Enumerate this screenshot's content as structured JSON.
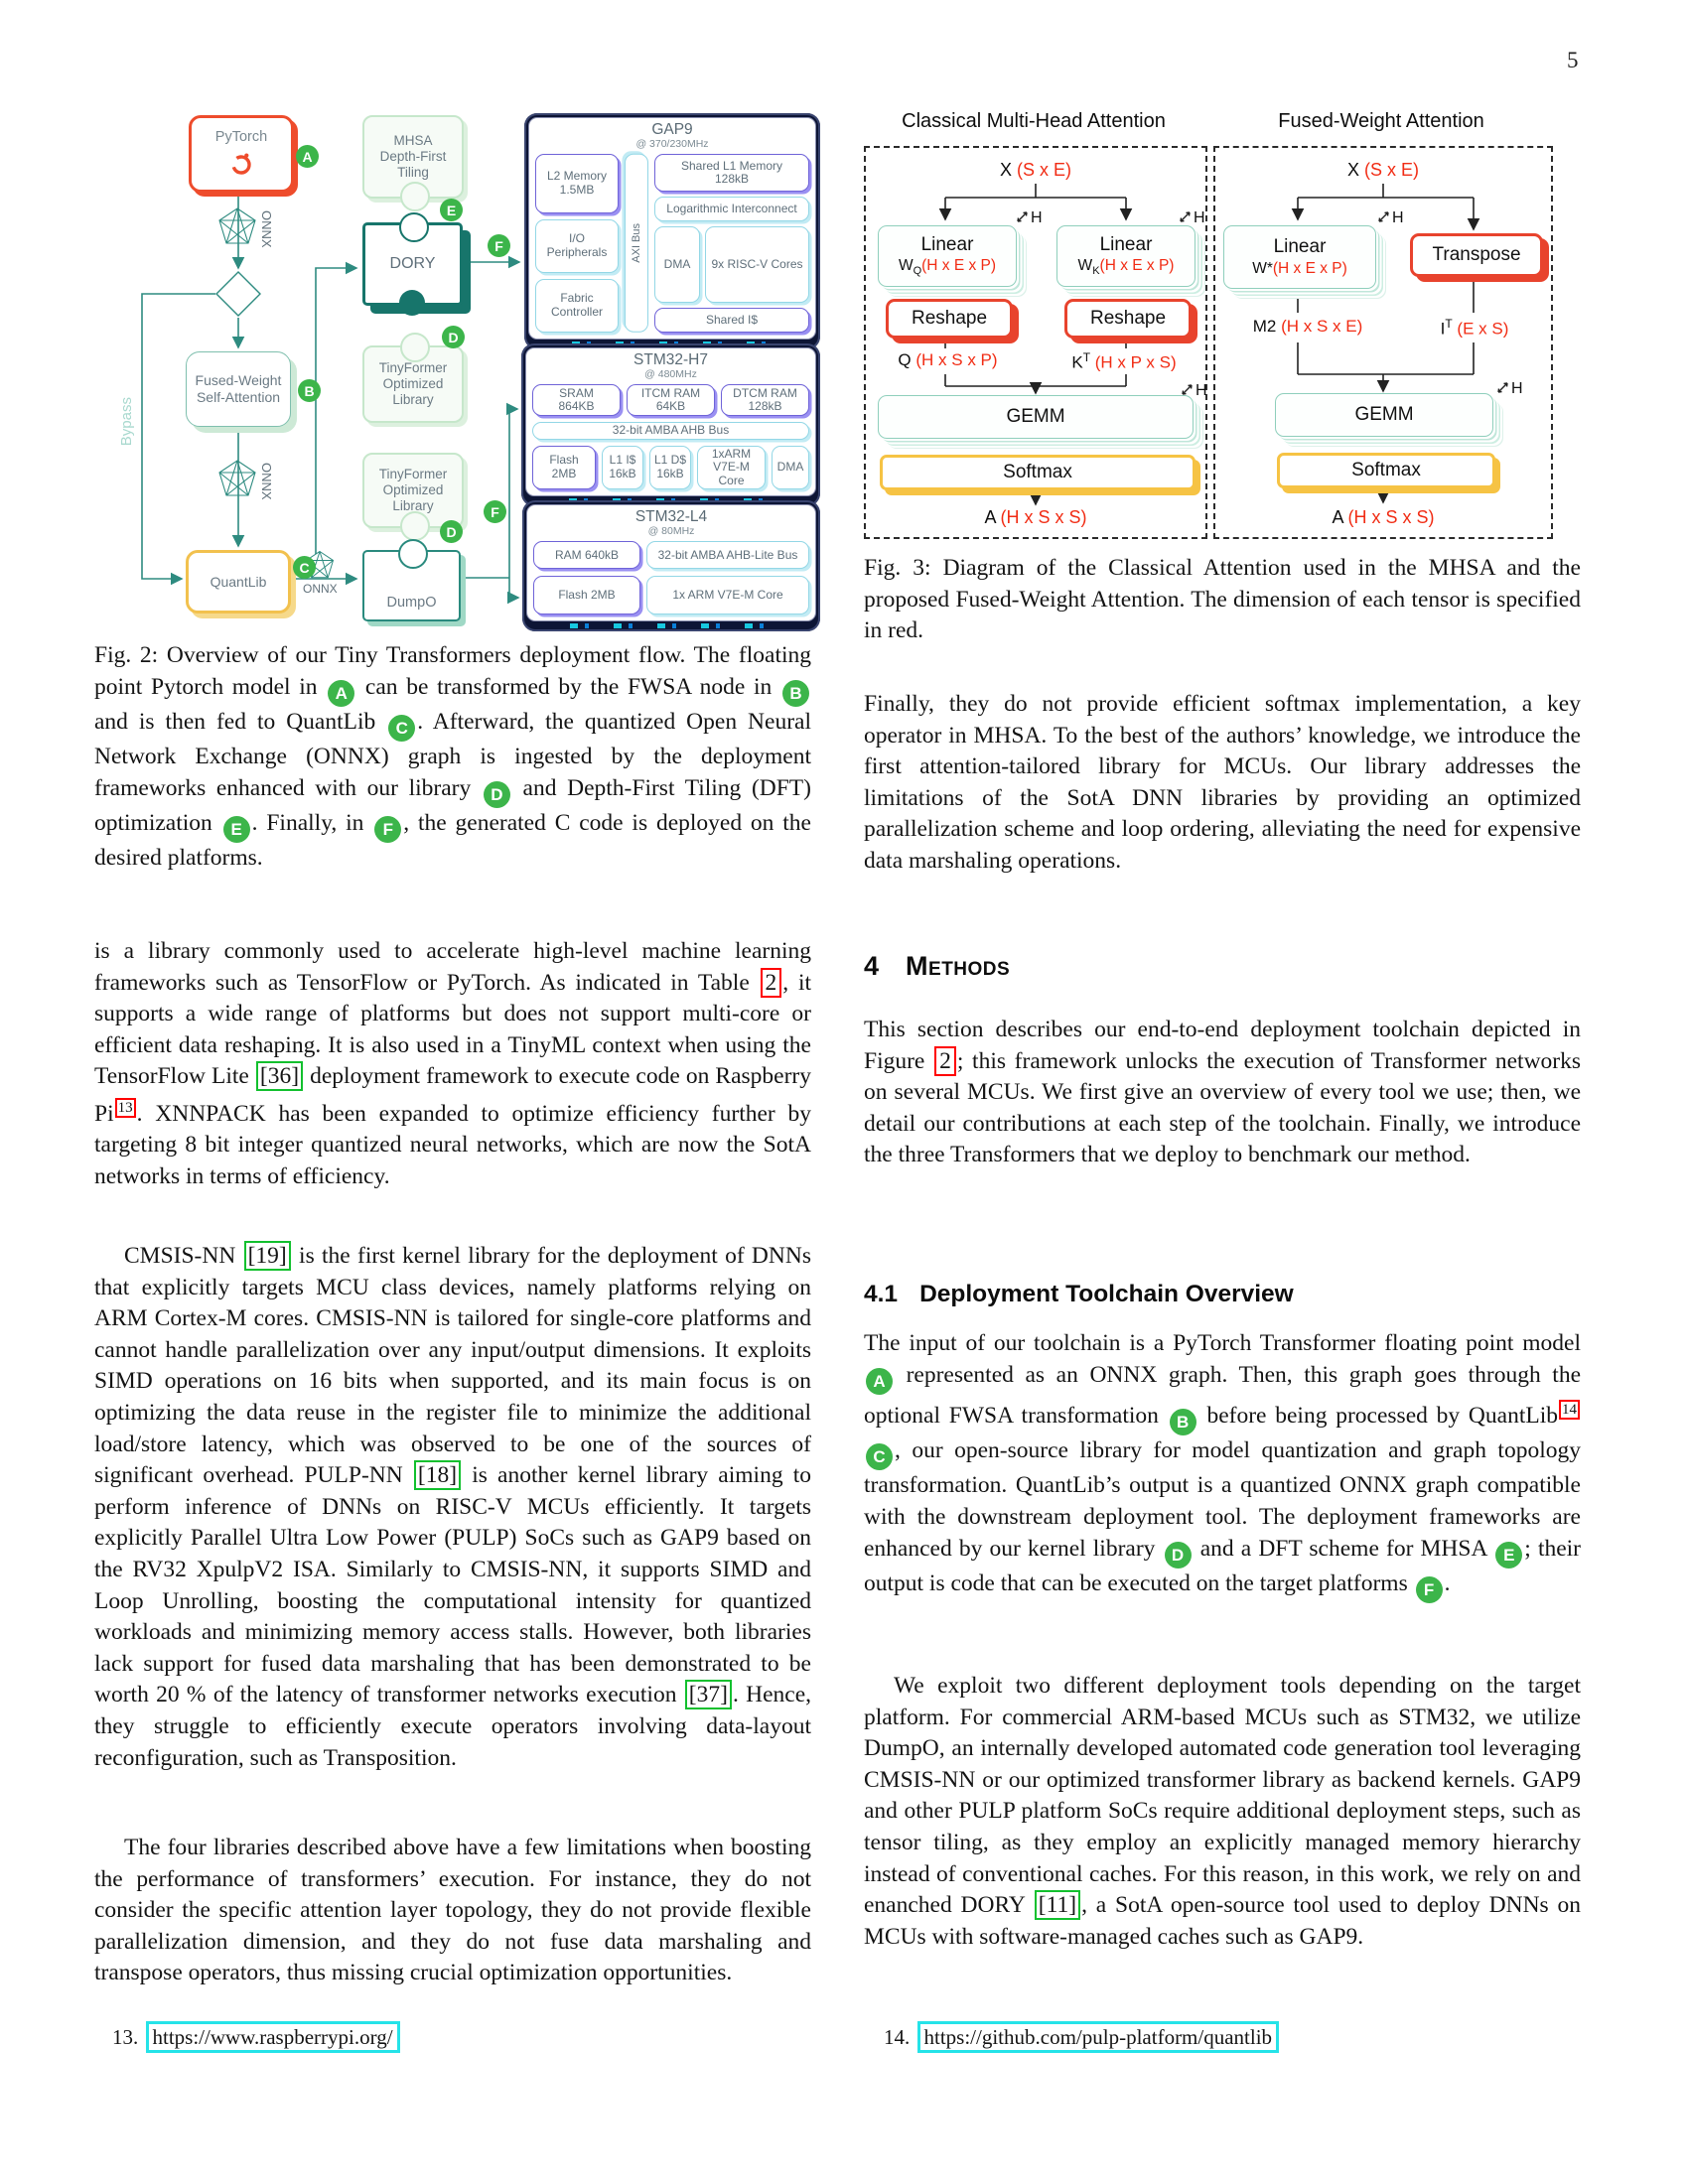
{
  "page": {
    "number": "5"
  },
  "colors": {
    "badge_green": "#3cb54a",
    "accent_red": "#e8432d",
    "accent_yellow": "#f6c344",
    "flow_teal": "#2e8b80",
    "citation_green": "#12c02e",
    "ref_red": "#ff0000",
    "link_cyan": "#25e3e8",
    "dim_text_red": "#f12c14"
  },
  "fig2": {
    "flow": {
      "pytorch": "PyTorch",
      "onnx": "ONNX",
      "fwsa": "Fused-Weight\nSelf-Attention",
      "quantlib": "QuantLib",
      "bypass": "Bypass",
      "mhsa": "MHSA\nDepth-First\nTiling",
      "dory": "DORY",
      "tinyformer": "TinyFormer\nOptimized\nLibrary",
      "dumpo": "DumpO",
      "badges": {
        "a": "A",
        "b": "B",
        "c": "C",
        "d": "D",
        "e": "E",
        "f": "F"
      }
    },
    "gap9": {
      "title": "GAP9",
      "freq": "@ 370/230MHz",
      "l2": "L2 Memory\n1.5MB",
      "io": "I/O\nPeripherals",
      "fabric": "Fabric\nController",
      "bus": "AXI Bus",
      "l1": "Shared L1 Memory\n128kB",
      "log": "Logarithmic Interconnect",
      "dma": "DMA",
      "cores": "9x RISC-V Cores",
      "icache": "Shared I$"
    },
    "h7": {
      "title": "STM32-H7",
      "freq": "@ 480MHz",
      "sram": "SRAM\n864KB",
      "itcm": "ITCM RAM\n64KB",
      "dtcm": "DTCM RAM\n128kB",
      "bus": "32-bit AMBA AHB Bus",
      "flash": "Flash\n2MB",
      "l1i": "L1 I$\n16kB",
      "l1d": "L1 D$\n16kB",
      "core": "1xARM\nV7E-M Core",
      "dma": "DMA"
    },
    "l4": {
      "title": "STM32-L4",
      "freq": "@ 80MHz",
      "ram": "RAM 640kB",
      "bus": "32-bit AMBA AHB-Lite Bus",
      "flash": "Flash 2MB",
      "core": "1x ARM V7E-M Core"
    },
    "caption": [
      {
        "k": "t",
        "v": "Fig. 2: Overview of our Tiny Transformers deployment flow. The floating point Pytorch model in "
      },
      {
        "k": "badge",
        "v": "A"
      },
      {
        "k": "t",
        "v": " can be transformed by the FWSA node in "
      },
      {
        "k": "badge",
        "v": "B"
      },
      {
        "k": "t",
        "v": " and is then fed to QuantLib "
      },
      {
        "k": "badge",
        "v": "C"
      },
      {
        "k": "t",
        "v": ". Afterward, the quantized Open Neural Network Exchange (ONNX) graph is ingested by the deployment frameworks enhanced with our library "
      },
      {
        "k": "badge",
        "v": "D"
      },
      {
        "k": "t",
        "v": " and Depth-First Tiling (DFT) optimization "
      },
      {
        "k": "badge",
        "v": "E"
      },
      {
        "k": "t",
        "v": ". Finally, in "
      },
      {
        "k": "badge",
        "v": "F"
      },
      {
        "k": "t",
        "v": ", the generated C code is deployed on the desired platforms."
      }
    ]
  },
  "fig3": {
    "title_left": "Classical Multi-Head Attention",
    "title_right": "Fused-Weight Attention",
    "left": {
      "x_label": "X",
      "x_dim": "(S x E)",
      "linear": "Linear",
      "wq": "W",
      "wq_sub": "Q",
      "wq_dim": "(H x E x P)",
      "wk": "W",
      "wk_sub": "K",
      "wk_dim": "(H x E x P)",
      "reshape": "Reshape",
      "q_label": "Q",
      "q_dim": "(H x S x P)",
      "k_label": "K",
      "k_sup": "T",
      "k_dim": "(H x P x S)",
      "gemm": "GEMM",
      "softmax": "Softmax",
      "a_label": "A",
      "a_dim": "(H x S x S)",
      "h": "H"
    },
    "right": {
      "x_label": "X",
      "x_dim": "(S x E)",
      "linear": "Linear",
      "w": "W*",
      "w_dim": "(H x E x P)",
      "transpose": "Transpose",
      "m2_label": "M2",
      "m2_dim": "(H x S x E)",
      "i_label": "I",
      "i_sup": "T",
      "i_dim": "(E x S)",
      "gemm": "GEMM",
      "softmax": "Softmax",
      "a_label": "A",
      "a_dim": "(H x S x S)",
      "h": "H"
    },
    "caption": "Fig. 3: Diagram of the Classical Attention used in the MHSA and the proposed Fused-Weight Attention. The dimension of each tensor is specified in red."
  },
  "left_col": {
    "p1": [
      {
        "k": "t",
        "v": "is a library commonly used to accelerate high-level machine learning frameworks such as TensorFlow or PyTorch. As indicated in Table "
      },
      {
        "k": "red",
        "v": "2"
      },
      {
        "k": "t",
        "v": ", it supports a wide range of platforms but does not support multi-core or efficient data reshaping. It is also used in a TinyML context when using the TensorFlow Lite "
      },
      {
        "k": "green",
        "v": "[36]"
      },
      {
        "k": "t",
        "v": " deployment framework to execute code on Raspberry Pi"
      },
      {
        "k": "redsup",
        "v": "13"
      },
      {
        "k": "t",
        "v": ". XNNPACK has been expanded to optimize efficiency further by targeting 8 bit integer quantized neural networks, which are now the SotA networks in terms of efficiency."
      }
    ],
    "p2": [
      {
        "k": "t",
        "v": "CMSIS-NN "
      },
      {
        "k": "green",
        "v": "[19]"
      },
      {
        "k": "t",
        "v": " is the first kernel library for the deployment of DNNs that explicitly targets MCU class devices, namely platforms relying on ARM Cortex-M cores. CMSIS-NN is tailored for single-core platforms and cannot handle parallelization over any input/output dimensions. It exploits SIMD operations on 16 bits when supported, and its main focus is on optimizing the data reuse in the register file to minimize the additional load/store latency, which was observed to be one of the sources of significant overhead. PULP-NN "
      },
      {
        "k": "green",
        "v": "[18]"
      },
      {
        "k": "t",
        "v": " is another kernel library aiming to perform inference of DNNs on RISC-V MCUs efficiently. It targets explicitly Parallel Ultra Low Power (PULP) SoCs such as GAP9 based on the RV32 XpulpV2 ISA. Similarly to CMSIS-NN, it supports SIMD and Loop Unrolling, boosting the computational intensity for quantized workloads and minimizing memory access stalls. However, both libraries lack support for fused data marshaling that has been demonstrated to be worth 20 % of the latency of transformer networks execution "
      },
      {
        "k": "green",
        "v": "[37]"
      },
      {
        "k": "t",
        "v": ". Hence, they struggle to efficiently execute operators involving data-layout reconfiguration, such as Transposition."
      }
    ],
    "p3": [
      {
        "k": "t",
        "v": "The four libraries described above have a few limitations when boosting the performance of transformers’ execution. For instance, they do not consider the specific attention layer topology, they do not provide flexible parallelization dimension, and they do not fuse data marshaling and transpose operators, thus missing crucial optimization opportunities."
      }
    ],
    "footnote": [
      {
        "k": "t",
        "v": "13. "
      },
      {
        "k": "cyan",
        "v": "https://www.raspberrypi.org/"
      }
    ]
  },
  "right_col": {
    "p1": [
      {
        "k": "t",
        "v": "Finally, they do not provide efficient softmax implementation, a key operator in MHSA. To the best of the authors’ knowledge, we introduce the first attention-tailored library for MCUs. Our library addresses the limitations of the SotA DNN libraries by providing an optimized parallelization scheme and loop ordering, alleviating the need for expensive data marshaling operations."
      }
    ],
    "sec4": {
      "number": "4",
      "title": "Methods"
    },
    "p2": [
      {
        "k": "t",
        "v": "This section describes our end-to-end deployment toolchain depicted in Figure "
      },
      {
        "k": "red",
        "v": "2"
      },
      {
        "k": "t",
        "v": "; this framework unlocks the execution of Transformer networks on several MCUs. We first give an overview of every tool we use; then, we detail our contributions at each step of the toolchain. Finally, we introduce the three Transformers that we deploy to benchmark our method."
      }
    ],
    "sec41": {
      "number": "4.1",
      "title": "Deployment Toolchain Overview"
    },
    "p3": [
      {
        "k": "t",
        "v": "The input of our toolchain is a PyTorch Transformer floating point model "
      },
      {
        "k": "badge",
        "v": "A"
      },
      {
        "k": "t",
        "v": " represented as an ONNX graph. Then, this graph goes through the optional FWSA transformation "
      },
      {
        "k": "badge",
        "v": "B"
      },
      {
        "k": "t",
        "v": " before being processed by QuantLib"
      },
      {
        "k": "redsup",
        "v": "14"
      },
      {
        "k": "t",
        "v": " "
      },
      {
        "k": "badge",
        "v": "C"
      },
      {
        "k": "t",
        "v": ", our open-source library for model quantization and graph topology transformation. QuantLib’s output is a quantized ONNX graph compatible with the downstream deployment tool. The deployment frameworks are enhanced by our kernel library "
      },
      {
        "k": "badge",
        "v": "D"
      },
      {
        "k": "t",
        "v": " and a DFT scheme for MHSA "
      },
      {
        "k": "badge",
        "v": "E"
      },
      {
        "k": "t",
        "v": "; their output is code that can be executed on the target platforms "
      },
      {
        "k": "badge",
        "v": "F"
      },
      {
        "k": "t",
        "v": "."
      }
    ],
    "p4": [
      {
        "k": "t",
        "v": "We exploit two different deployment tools depending on the target platform. For commercial ARM-based MCUs such as STM32, we utilize DumpO, an internally developed automated code generation tool leveraging CMSIS-NN or our optimized transformer library as backend kernels. GAP9 and other PULP platform SoCs require additional deployment steps, such as tensor tiling, as they employ an explicitly managed memory hierarchy instead of conventional caches. For this reason, in this work, we rely on and enanched DORY "
      },
      {
        "k": "green",
        "v": "[11]"
      },
      {
        "k": "t",
        "v": ", a SotA open-source tool used to deploy DNNs on MCUs with software-managed caches such as GAP9."
      }
    ],
    "footnote": [
      {
        "k": "t",
        "v": "14. "
      },
      {
        "k": "cyan",
        "v": "https://github.com/pulp-platform/quantlib"
      }
    ]
  }
}
